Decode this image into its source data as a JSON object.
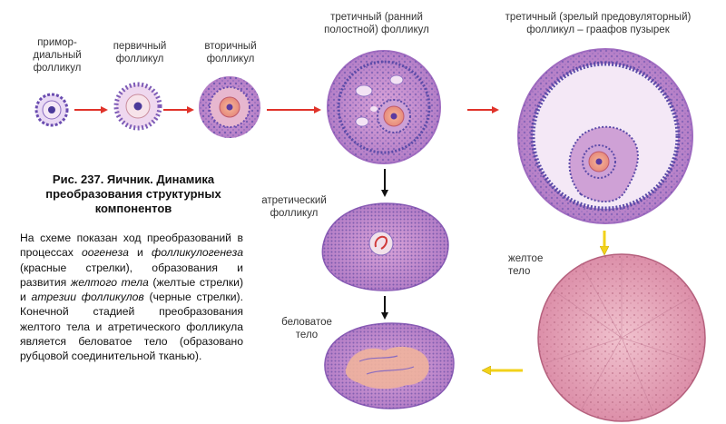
{
  "labels": {
    "primordial": "примор-\nдиальный\nфолликул",
    "primary": "первичный\nфолликул",
    "secondary": "вторичный\nфолликул",
    "tertiary_early": "третичный (ранний\nполостной) фолликул",
    "tertiary_mature": "третичный (зрелый предовуляторный)\nфолликул – граафов пузырек",
    "atretic": "атретический\nфолликул",
    "corpus_luteum": "желтое\nтело",
    "corpus_albicans": "беловатое\nтело"
  },
  "caption": {
    "title": "Рис. 237. Яичник. Динамика преобразования структурных компонентов",
    "body": [
      {
        "t": "На схеме показан ход преобразований в процессах "
      },
      {
        "t": "оогенеза",
        "i": true
      },
      {
        "t": " и "
      },
      {
        "t": "фолликулогенеза",
        "i": true
      },
      {
        "t": " (красные стрелки), образования и развития "
      },
      {
        "t": "желтого тела",
        "i": true
      },
      {
        "t": " (желтые стрелки) и "
      },
      {
        "t": "атрезии фолликулов",
        "i": true
      },
      {
        "t": " (черные стрелки). Конечной стадией преобразования желтого тела и атретического фолликула является беловатое тело (образовано рубцовой соединительной тканью)."
      }
    ]
  },
  "colors": {
    "red_arrow": "#e0332a",
    "yellow_arrow": "#f2d21a",
    "black_arrow": "#111111"
  }
}
